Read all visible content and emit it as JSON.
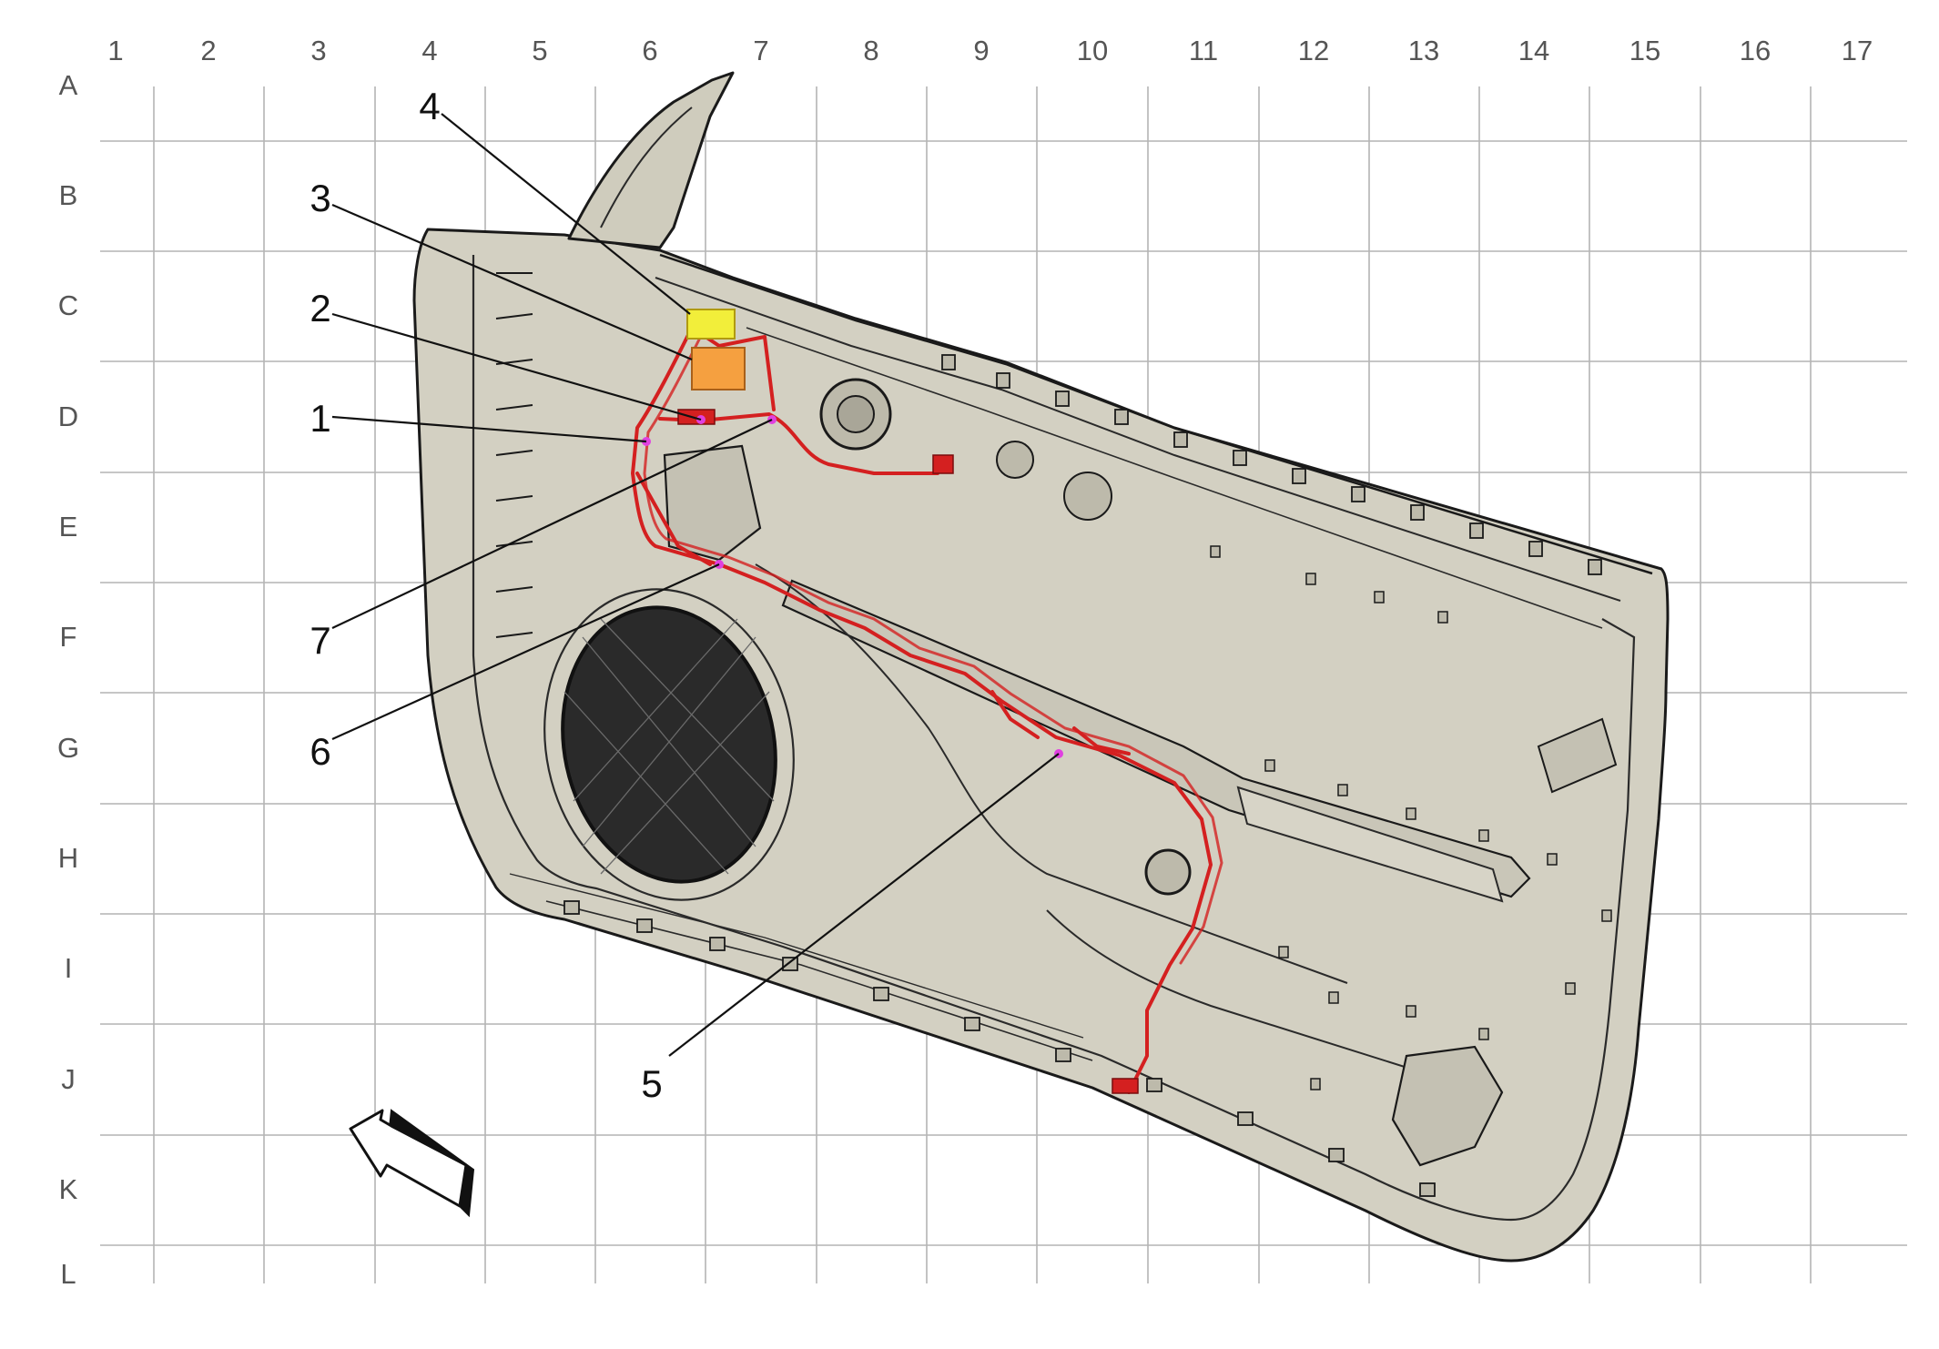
{
  "grid": {
    "columns": [
      "1",
      "2",
      "3",
      "4",
      "5",
      "6",
      "7",
      "8",
      "9",
      "10",
      "11",
      "12",
      "13",
      "14",
      "15",
      "16",
      "17"
    ],
    "rows": [
      "A",
      "B",
      "C",
      "D",
      "E",
      "F",
      "G",
      "H",
      "I",
      "J",
      "K",
      "L"
    ]
  },
  "callouts": [
    {
      "id": "1",
      "text": "1"
    },
    {
      "id": "2",
      "text": "2"
    },
    {
      "id": "3",
      "text": "3"
    },
    {
      "id": "4",
      "text": "4"
    },
    {
      "id": "5",
      "text": "5"
    },
    {
      "id": "6",
      "text": "6"
    },
    {
      "id": "7",
      "text": "7"
    }
  ],
  "colors": {
    "panel_fill": "#d3d0c2",
    "panel_stroke": "#1a1a1a",
    "harness": "#d42020",
    "connector_yellow": "#f2ee3a",
    "connector_orange": "#f5a040",
    "splice_marker": "#e040e0",
    "grid_line": "#b4b4b4"
  },
  "icons": {
    "direction_arrow": "direction-arrow-icon",
    "speaker": "speaker-grille-icon"
  }
}
